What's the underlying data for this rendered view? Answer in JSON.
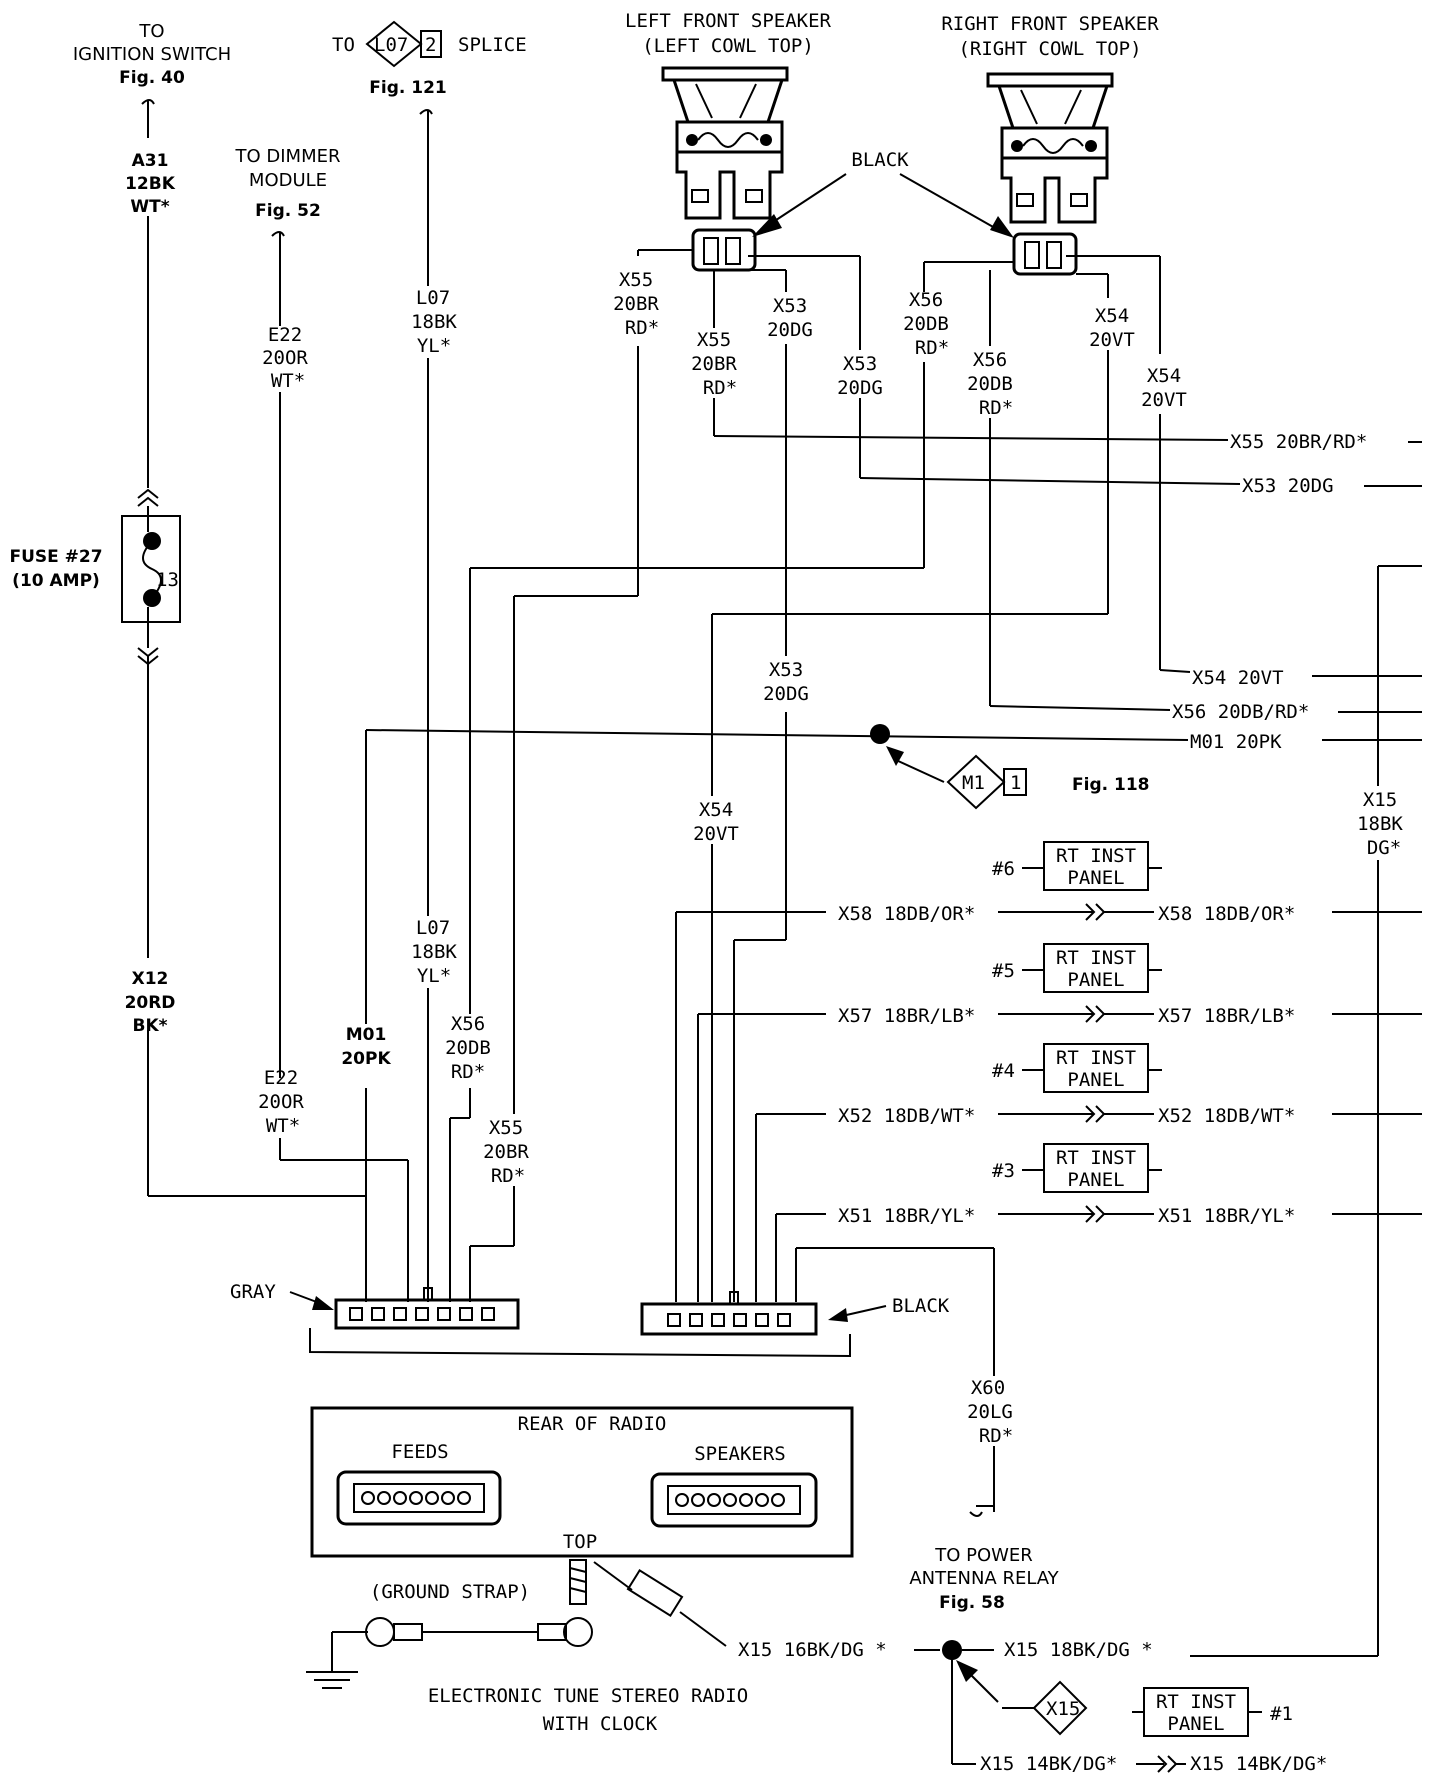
{
  "top_labels": {
    "ignition": [
      "TO",
      "IGNITION SWITCH",
      "Fig. 40"
    ],
    "splice_to": "TO",
    "splice_code": "L07",
    "splice_num": "2",
    "splice_word": "SPLICE",
    "splice_fig": "Fig. 121",
    "dimmer": [
      "TO DIMMER",
      "MODULE",
      "Fig. 52"
    ],
    "left_speaker": [
      "LEFT FRONT SPEAKER",
      "(LEFT COWL TOP)"
    ],
    "right_speaker": [
      "RIGHT FRONT SPEAKER",
      "(RIGHT COWL TOP)"
    ],
    "black": "BLACK"
  },
  "fuse": [
    "FUSE #27",
    "(10 AMP)"
  ],
  "fuse_pin": "13",
  "wire_labels": {
    "a31": [
      "A31",
      "12BK",
      "WT*"
    ],
    "e22_top": [
      "E22",
      "20OR",
      "WT*"
    ],
    "l07_top": [
      "L07",
      "18BK",
      "YL*"
    ],
    "x55_a": [
      "X55",
      "20BR",
      "RD*"
    ],
    "x55_b": [
      "X55",
      "20BR",
      "RD*"
    ],
    "x53_a": [
      "X53",
      "20DG"
    ],
    "x53_b": [
      "X53",
      "20DG"
    ],
    "x56_a": [
      "X56",
      "20DB",
      "RD*"
    ],
    "x56_b": [
      "X56",
      "20DB",
      "RD*"
    ],
    "x54_a": [
      "X54",
      "20VT"
    ],
    "x54_b": [
      "X54",
      "20VT"
    ],
    "x53_mid": [
      "X53",
      "20DG"
    ],
    "x54_mid": [
      "X54",
      "20VT"
    ],
    "x15_right": [
      "X15",
      "18BK",
      "DG*"
    ],
    "x12": [
      "X12",
      "20RD",
      "BK*"
    ],
    "e22_bot": [
      "E22",
      "20OR",
      "WT*"
    ],
    "m01_bot": [
      "M01",
      "20PK"
    ],
    "l07_bot": [
      "L07",
      "18BK",
      "YL*"
    ],
    "x56_bot": [
      "X56",
      "20DB",
      "RD*"
    ],
    "x55_bot": [
      "X55",
      "20BR",
      "RD*"
    ],
    "x60": [
      "X60",
      "20LG",
      "RD*"
    ]
  },
  "right_wires": {
    "x55": "X55 20BR/RD*",
    "x53": "X53 20DG",
    "x54": "X54 20VT",
    "x56": "X56 20DB/RD*",
    "m01": "M01 20PK"
  },
  "m1_splice": {
    "code": "M1",
    "num": "1",
    "fig": "Fig. 118"
  },
  "panel_label": [
    "RT INST",
    "PANEL"
  ],
  "panel_rows": [
    {
      "num": "#6",
      "wire": "X58 18DB/OR*"
    },
    {
      "num": "#5",
      "wire": "X57 18BR/LB*"
    },
    {
      "num": "#4",
      "wire": "X52 18DB/WT*"
    },
    {
      "num": "#3",
      "wire": "X51 18BR/YL*"
    }
  ],
  "connectors": {
    "gray": "GRAY",
    "black": "BLACK"
  },
  "radio_box": {
    "title": "REAR OF RADIO",
    "feeds": "FEEDS",
    "speakers": "SPEAKERS"
  },
  "antenna": [
    "TO POWER",
    "ANTENNA RELAY",
    "Fig. 58"
  ],
  "ground": {
    "top": "TOP",
    "strap": "(GROUND STRAP)"
  },
  "bottom_wires": {
    "x15_16": "X15 16BK/DG *",
    "x15_18": "X15 18BK/DG *",
    "x15_14": "X15 14BK/DG*",
    "x15_14_r": "X15 14BK/DG*"
  },
  "x15_splice": "X15",
  "panel1_num": "#1",
  "radio_title": [
    "ELECTRONIC TUNE STEREO RADIO",
    "WITH CLOCK"
  ]
}
